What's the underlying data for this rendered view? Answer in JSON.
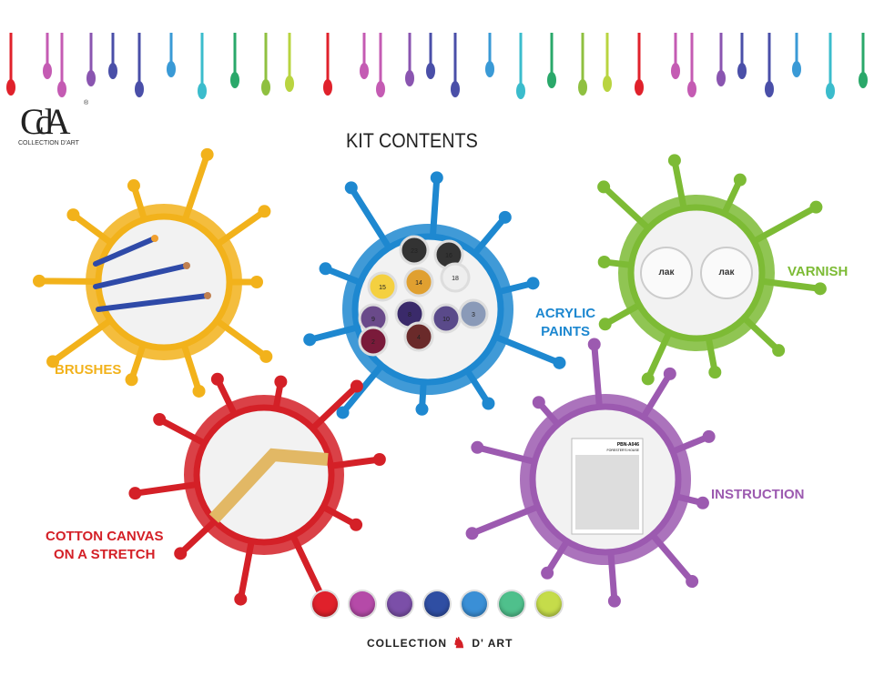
{
  "title": "KIT CONTENTS",
  "logo": {
    "mark": "CdA",
    "sub": "COLLECTION D'ART",
    "reg": "®"
  },
  "items": [
    {
      "label": "BRUSHES",
      "color": "#f2b21b"
    },
    {
      "label": "ACRYLIC\nPAINTS",
      "color": "#1e88d0"
    },
    {
      "label": "VARNISH",
      "color": "#7dbb35"
    },
    {
      "label": "COTTON CANVAS\nON A STRETCH",
      "color": "#d42027"
    },
    {
      "label": "INSTRUCTION",
      "color": "#9c5ab0"
    }
  ],
  "varnish_caps": [
    "лак",
    "лак"
  ],
  "instruction_sheet": {
    "code": "PBN-A046",
    "name": "FORESTER'S HOUSE"
  },
  "paint_numbers": [
    "23",
    "16",
    "15",
    "14",
    "18",
    "9",
    "8",
    "10",
    "3",
    "2",
    "4"
  ],
  "palette": [
    "#e0212b",
    "#b54aa8",
    "#7b4fa8",
    "#2f4ea3",
    "#3a8fd6",
    "#4fc08c",
    "#c5dc4a"
  ],
  "footer": {
    "left": "COLLECTION",
    "right": "D' ART"
  }
}
